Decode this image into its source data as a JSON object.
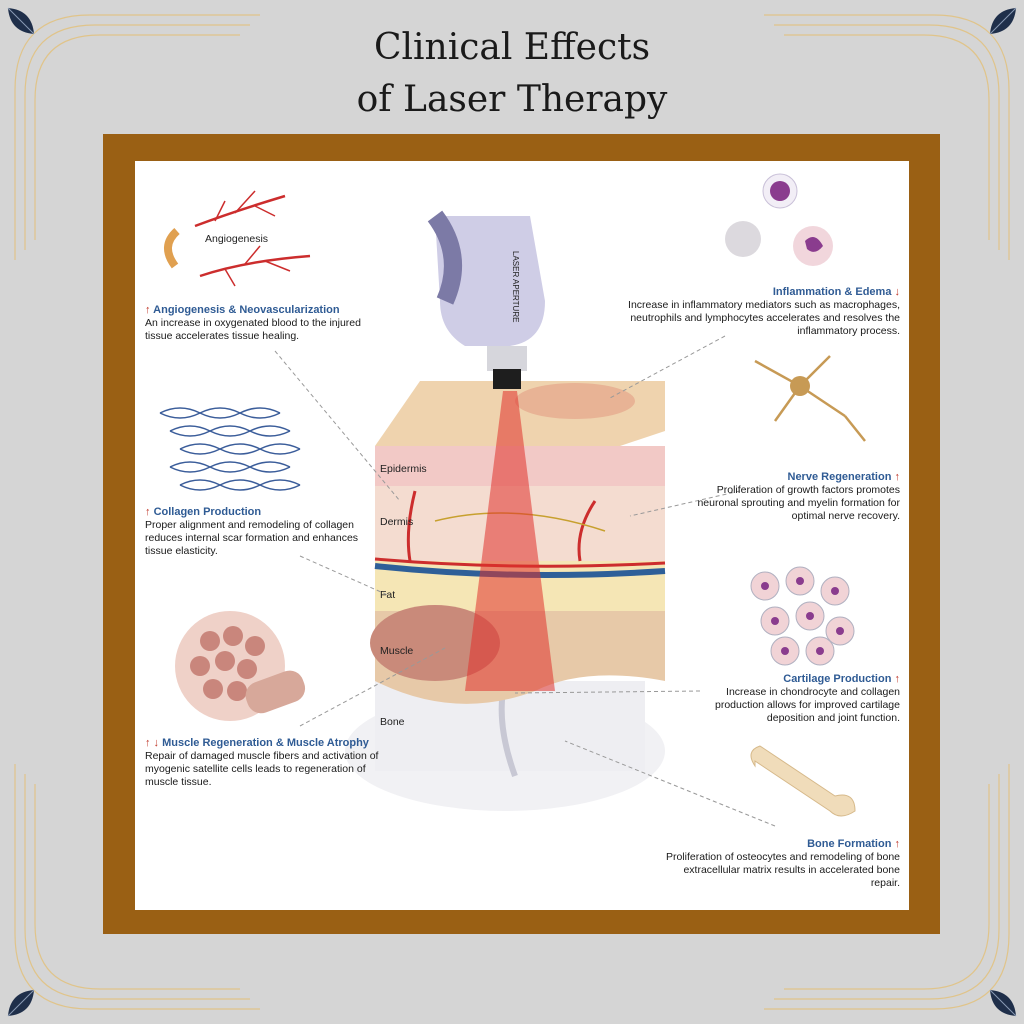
{
  "title": {
    "line1": "Clinical Effects",
    "line2": "of Laser Therapy"
  },
  "colors": {
    "frame": "#9a6014",
    "heading": "#2f5b94",
    "arrow": "#c0392b",
    "background": "#d5d5d5"
  },
  "diagram": {
    "angiogenesis_label": "Angiogenesis",
    "laser_device_label": "LASER APERTURE",
    "layers": [
      "Epidermis",
      "Dermis",
      "Fat",
      "Muscle",
      "Bone"
    ],
    "effects": [
      {
        "heading": "Angiogenesis & Neovascularization",
        "indicator": "↑",
        "text": "An increase in oxygenated blood to the injured tissue accelerates tissue healing."
      },
      {
        "heading": "Collagen Production",
        "indicator": "↑",
        "text": "Proper alignment and remodeling of collagen reduces internal scar formation and enhances tissue elasticity."
      },
      {
        "heading": "Muscle Regeneration & Muscle Atrophy",
        "indicator": "↑ ↓",
        "text": "Repair of damaged muscle fibers and activation of myogenic satellite cells leads to regeneration of muscle tissue."
      },
      {
        "heading": "Inflammation & Edema",
        "indicator": "↓",
        "text": "Increase in inflammatory mediators such as macrophages, neutrophils and lymphocytes accelerates and resolves the inflammatory process."
      },
      {
        "heading": "Nerve Regeneration",
        "indicator": "↑",
        "text": "Proliferation of growth factors promotes neuronal sprouting and myelin formation for optimal nerve recovery."
      },
      {
        "heading": "Cartilage Production",
        "indicator": "↑",
        "text": "Increase in chondrocyte and collagen production allows for improved cartilage deposition and joint function."
      },
      {
        "heading": "Bone Formation",
        "indicator": "↑",
        "text": "Proliferation of osteocytes and remodeling of bone extracellular matrix results in accelerated bone repair."
      }
    ]
  }
}
